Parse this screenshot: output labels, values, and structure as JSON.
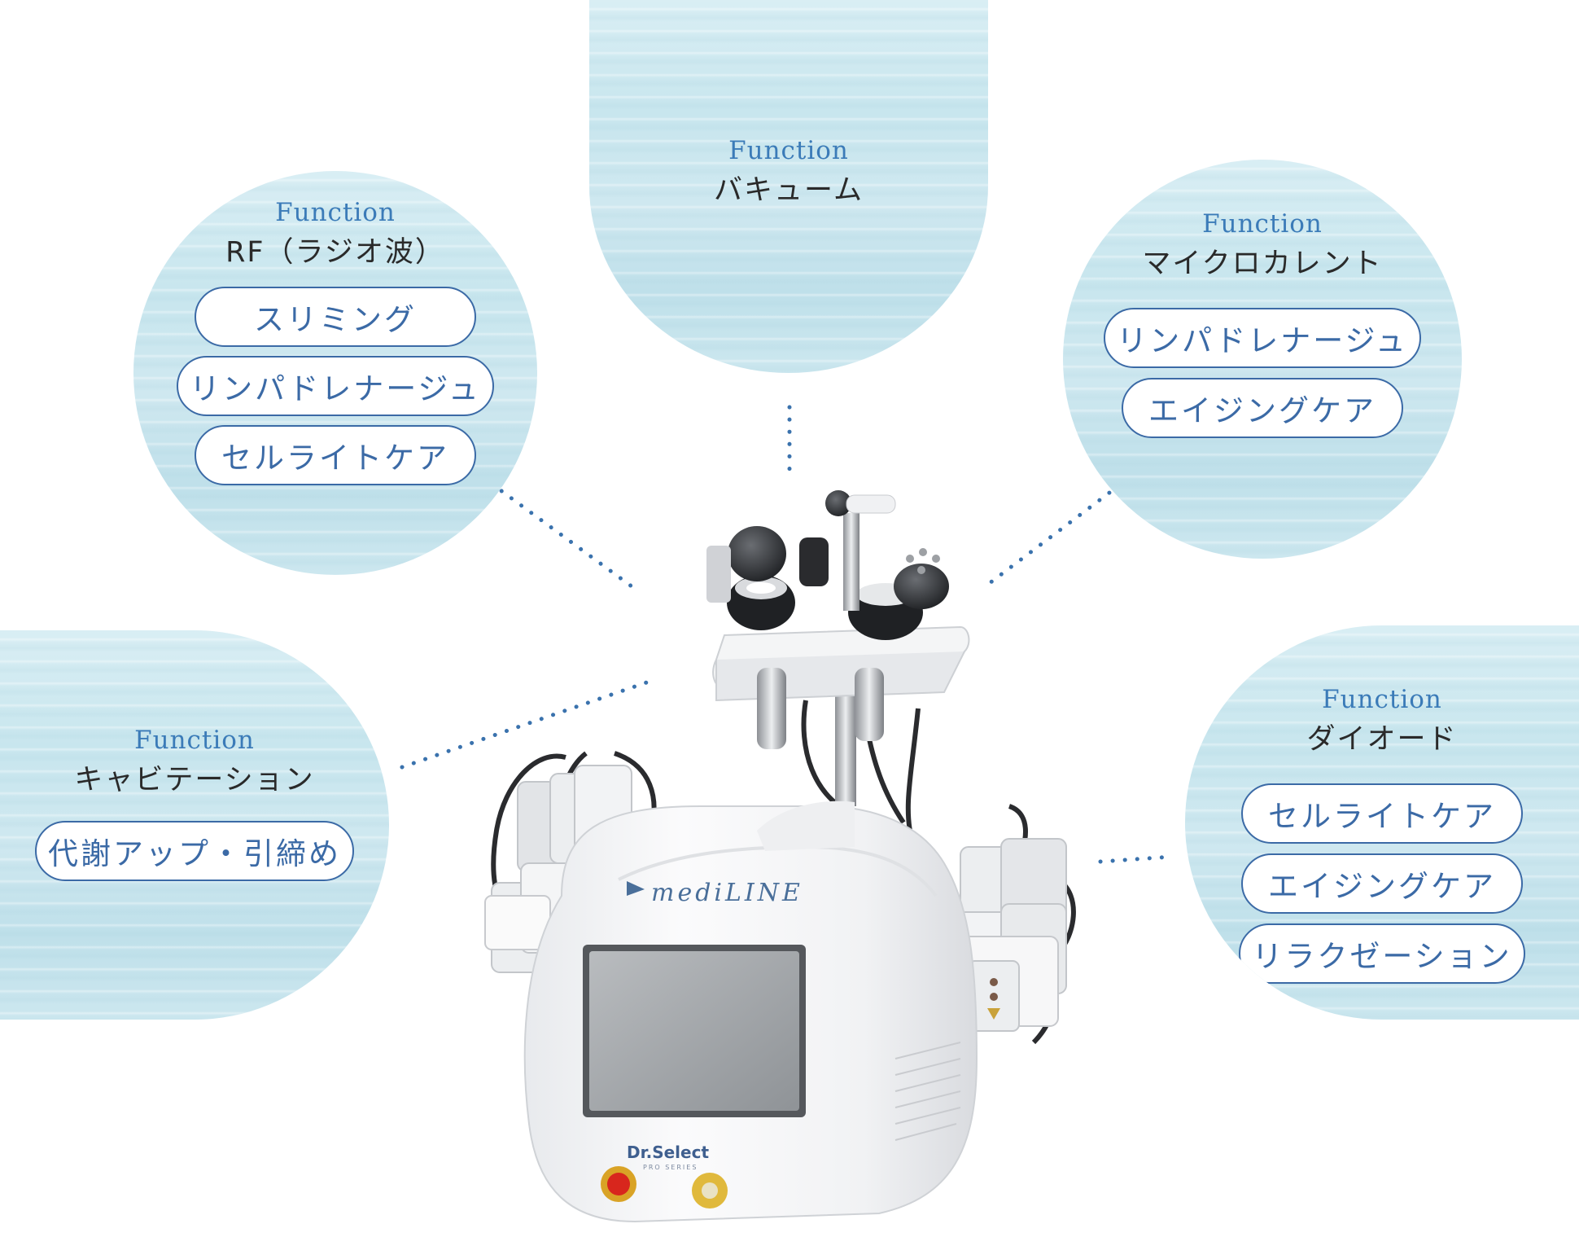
{
  "colors": {
    "function_label": "#3b7bb8",
    "pill_border": "#3b6aa6",
    "pill_text": "#3b6aa6",
    "bubble_base": "#cfe9f0",
    "connector_dots": "#3a72ad"
  },
  "bubbles": {
    "rf": {
      "label": "Function",
      "title": "RF（ラジオ波）",
      "pills": [
        "スリミング",
        "リンパドレナージュ",
        "セルライトケア"
      ]
    },
    "vacuum": {
      "label": "Function",
      "title": "バキューム",
      "pills": []
    },
    "microcurrent": {
      "label": "Function",
      "title": "マイクロカレント",
      "pills": [
        "リンパドレナージュ",
        "エイジングケア"
      ]
    },
    "cavitation": {
      "label": "Function",
      "title": "キャビテーション",
      "pills": [
        "代謝アップ・引締め"
      ]
    },
    "diode": {
      "label": "Function",
      "title": "ダイオード",
      "pills": [
        "セルライトケア",
        "エイジングケア",
        "リラクゼーション"
      ]
    }
  },
  "device": {
    "brand": "mediLINE",
    "maker": "Dr.Select",
    "series": "PRO SERIES"
  }
}
